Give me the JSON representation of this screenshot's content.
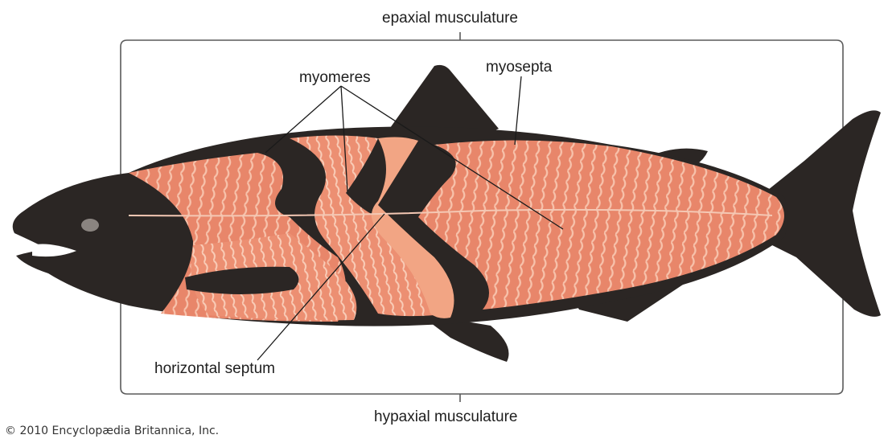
{
  "labels": {
    "epaxial": "epaxial musculature",
    "myomeres": "myomeres",
    "myosepta": "myosepta",
    "horizontal_septum": "horizontal septum",
    "hypaxial": "hypaxial musculature"
  },
  "credit": "© 2010 Encyclopædia Britannica, Inc.",
  "colors": {
    "fish_dark": "#2b2624",
    "muscle": "#e8866a",
    "muscle_light": "#f6b8a0",
    "muscle_deep": "#d9694c",
    "eye": "#8a8480",
    "bracket": "#555555"
  }
}
